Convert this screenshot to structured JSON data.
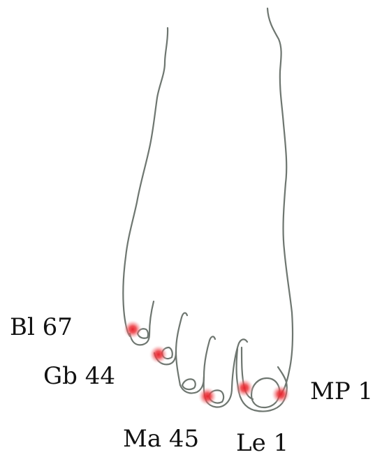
{
  "points": [
    {
      "id": "bl67",
      "label": "Bl 67"
    },
    {
      "id": "gb44",
      "label": "Gb 44"
    },
    {
      "id": "ma45",
      "label": "Ma 45"
    },
    {
      "id": "le1",
      "label": "Le 1"
    },
    {
      "id": "mp1",
      "label": "MP 1"
    }
  ],
  "colors": {
    "outline": "#6e7670",
    "marker": "#e8242e",
    "label_text": "#111111",
    "background": "#ffffff"
  }
}
